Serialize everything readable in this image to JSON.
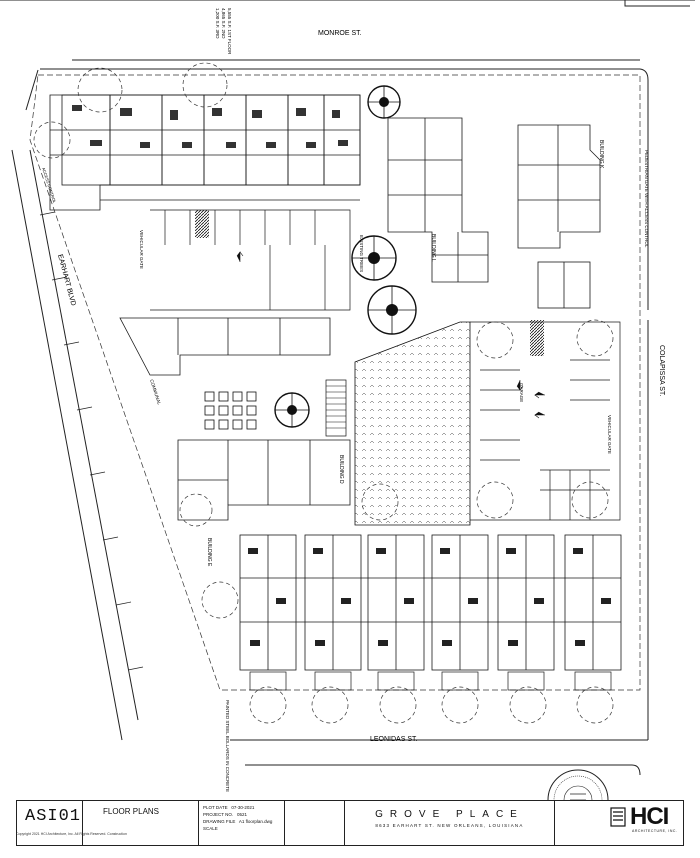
{
  "streets": {
    "north": "MONROE ST.",
    "south": "LEONIDAS ST.",
    "west": "EARHART BLVD",
    "east": "COLAPISSA ST."
  },
  "annotations": {
    "area_note_1": "5,555 S.F. 1ST FLOOR",
    "area_note_2": "4,865 S.F. 2ND",
    "area_note_3": "1,200 S.F. 3RD",
    "pedestrian_gate": "PEDESTRIAN GATE WITH ACCESS CONTROL",
    "vehicular_gate_north": "VEHICULAR GATE",
    "vehicular_gate_east": "VEHICULAR GATE",
    "existing_trees": "EXISTING TREES",
    "communal": "COMMUNAL",
    "bollards": "PAINTED STEEL BOLLARDS IN CONCRETE",
    "access_control": "ACCESS CONTROL",
    "garage": "GARAGE"
  },
  "buildings": {
    "k": "BUILDING K",
    "l": "BUILDING L",
    "d": "BUILDING D",
    "e": "BUILDING E"
  },
  "title_block": {
    "sheet_number": "ASI01",
    "sheet_title": "FLOOR PLANS",
    "plot_date_label": "PLOT DATE",
    "plot_date": "07-30-2021",
    "project_no_label": "PROJECT NO.",
    "project_no": "0521",
    "drawing_file_label": "DRAWING FILE",
    "drawing_file": "A1 floorplan.dwg",
    "scale_label": "SCALE",
    "project_name": "GROVE PLACE",
    "project_address": "8633 EARHART ST. NEW ORLEANS, LOUISIANA",
    "firm_name": "HCI",
    "firm_subtitle": "ARCHITECTURE, INC.",
    "footer": "Copyright 2021 HCI Architecture, Inc. All Rights Reserved. Construction"
  },
  "colors": {
    "line": "#1a1a1a",
    "tree_fill": "#222222",
    "paper": "#ffffff"
  }
}
